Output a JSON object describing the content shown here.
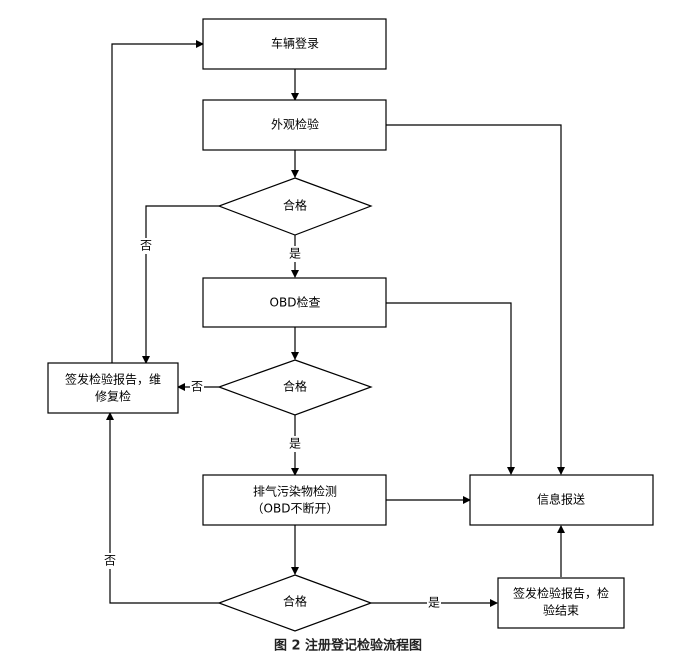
{
  "nodes": {
    "register": {
      "label": "车辆登录"
    },
    "visual": {
      "label": "外观检验"
    },
    "pass1": {
      "label": "合格"
    },
    "obd": {
      "label": "OBD检查"
    },
    "pass2": {
      "label": "合格"
    },
    "repair": {
      "line1": "签发检验报告，维",
      "line2": "修复检"
    },
    "emission": {
      "line1": "排气污染物检测",
      "line2": "（OBD不断开）"
    },
    "pass3": {
      "label": "合格"
    },
    "info": {
      "label": "信息报送"
    },
    "finish": {
      "line1": "签发检验报告，检",
      "line2": "验结束"
    }
  },
  "edge_labels": {
    "yes": "是",
    "no": "否"
  },
  "caption": "图 2  注册登记检验流程图"
}
